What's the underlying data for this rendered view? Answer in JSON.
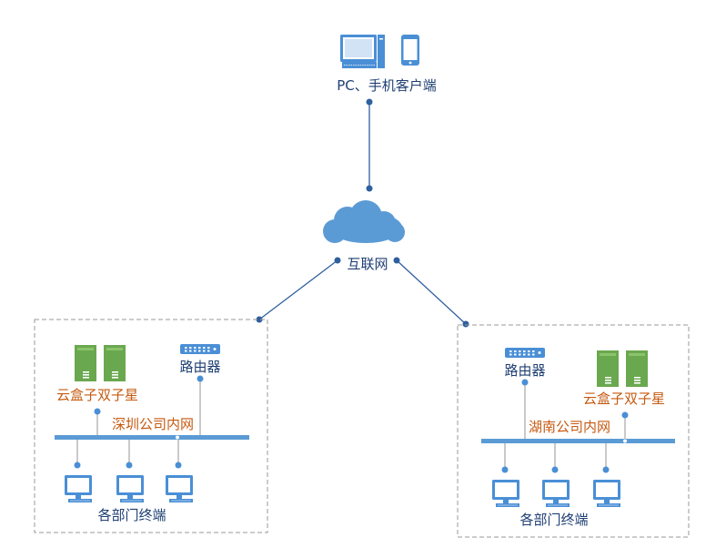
{
  "client": {
    "label": "PC、手机客户端"
  },
  "internet": {
    "label": "互联网"
  },
  "shenzhen": {
    "router_label": "路由器",
    "server_label": "云盒子双子星",
    "lan_label": "深圳公司内网",
    "terminals_label": "各部门终端"
  },
  "hunan": {
    "router_label": "路由器",
    "server_label": "云盒子双子星",
    "lan_label": "湖南公司内网",
    "terminals_label": "各部门终端"
  },
  "colors": {
    "line": "#2e5f9e",
    "icon_blue": "#4a8fd6",
    "server_green": "#6aa84f",
    "text_blue": "#1f3f73",
    "text_orange": "#c55a11",
    "dashed_border": "#9a9a9a"
  }
}
